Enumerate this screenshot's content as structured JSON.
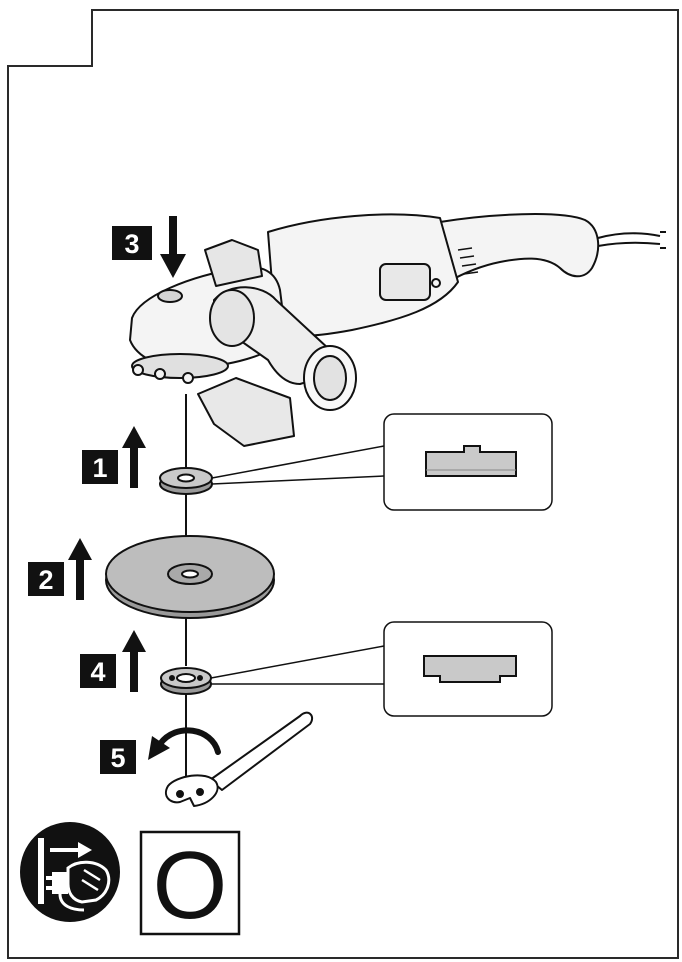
{
  "colors": {
    "ink": "#111111",
    "frame": "#2a2a2a",
    "paper": "#ffffff",
    "disc_fill": "#bdbdbd",
    "flange_fill": "#c9c9c9",
    "tool_fill": "#f4f4f4"
  },
  "steps": [
    {
      "label": "1",
      "arrow": "up"
    },
    {
      "label": "2",
      "arrow": "up"
    },
    {
      "label": "3",
      "arrow": "down"
    },
    {
      "label": "4",
      "arrow": "up"
    },
    {
      "label": "5",
      "arrow": "rotate-counterclockwise"
    }
  ],
  "switch_state": {
    "label": "O"
  },
  "icons": {
    "unplug": "unplug-before-service-icon",
    "grinder": "angle-grinder-icon",
    "wrench": "pin-spanner-icon"
  }
}
